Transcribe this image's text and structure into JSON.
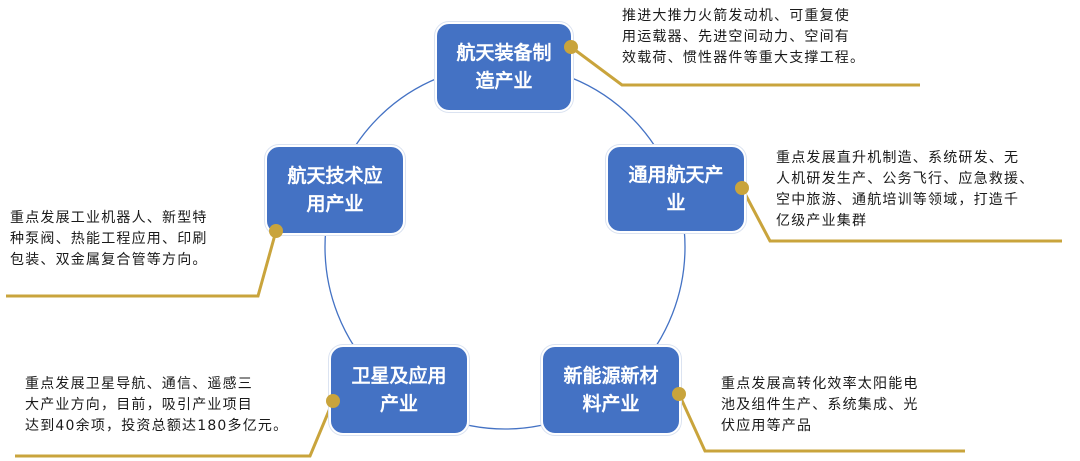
{
  "colors": {
    "node_fill": "#4472c4",
    "node_text": "#ffffff",
    "cycle_line": "#4472c4",
    "connector": "#c9a43c",
    "description_text": "#1a1a1a"
  },
  "nodes": [
    {
      "id": "aerospace-equipment",
      "label": "航天装备制造产业",
      "label_lines": [
        "航天装备制",
        "造产业"
      ],
      "description": "推进大推力火箭发动机、可重复使\n用运载器、先进空间动力、空间有\n效载荷、惯性器件等重大支撑工程。"
    },
    {
      "id": "general-aerospace",
      "label": "通用航天产业",
      "label_lines": [
        "通用航天产",
        "业"
      ],
      "description": "重点发展直升机制造、系统研发、无\n人机研发生产、公务飞行、应急救援、\n空中旅游、通航培训等领域，打造千\n亿级产业集群"
    },
    {
      "id": "new-energy-materials",
      "label": "新能源新材料产业",
      "label_lines": [
        "新能源新材",
        "料产业"
      ],
      "description": "重点发展高转化效率太阳能电\n池及组件生产、系统集成、光\n伏应用等产品"
    },
    {
      "id": "satellite-applications",
      "label": "卫星及应用产业",
      "label_lines": [
        "卫星及应用",
        "产业"
      ],
      "description": "重点发展卫星导航、通信、遥感三\n大产业方向，目前，吸引产业项目\n达到40余项，投资总额达180多亿元。"
    },
    {
      "id": "aerospace-tech-applications",
      "label": "航天技术应用产业",
      "label_lines": [
        "航天技术应",
        "用产业"
      ],
      "description": "重点发展工业机器人、新型特\n种泵阀、热能工程应用、印刷\n包装、双金属复合管等方向。"
    }
  ]
}
